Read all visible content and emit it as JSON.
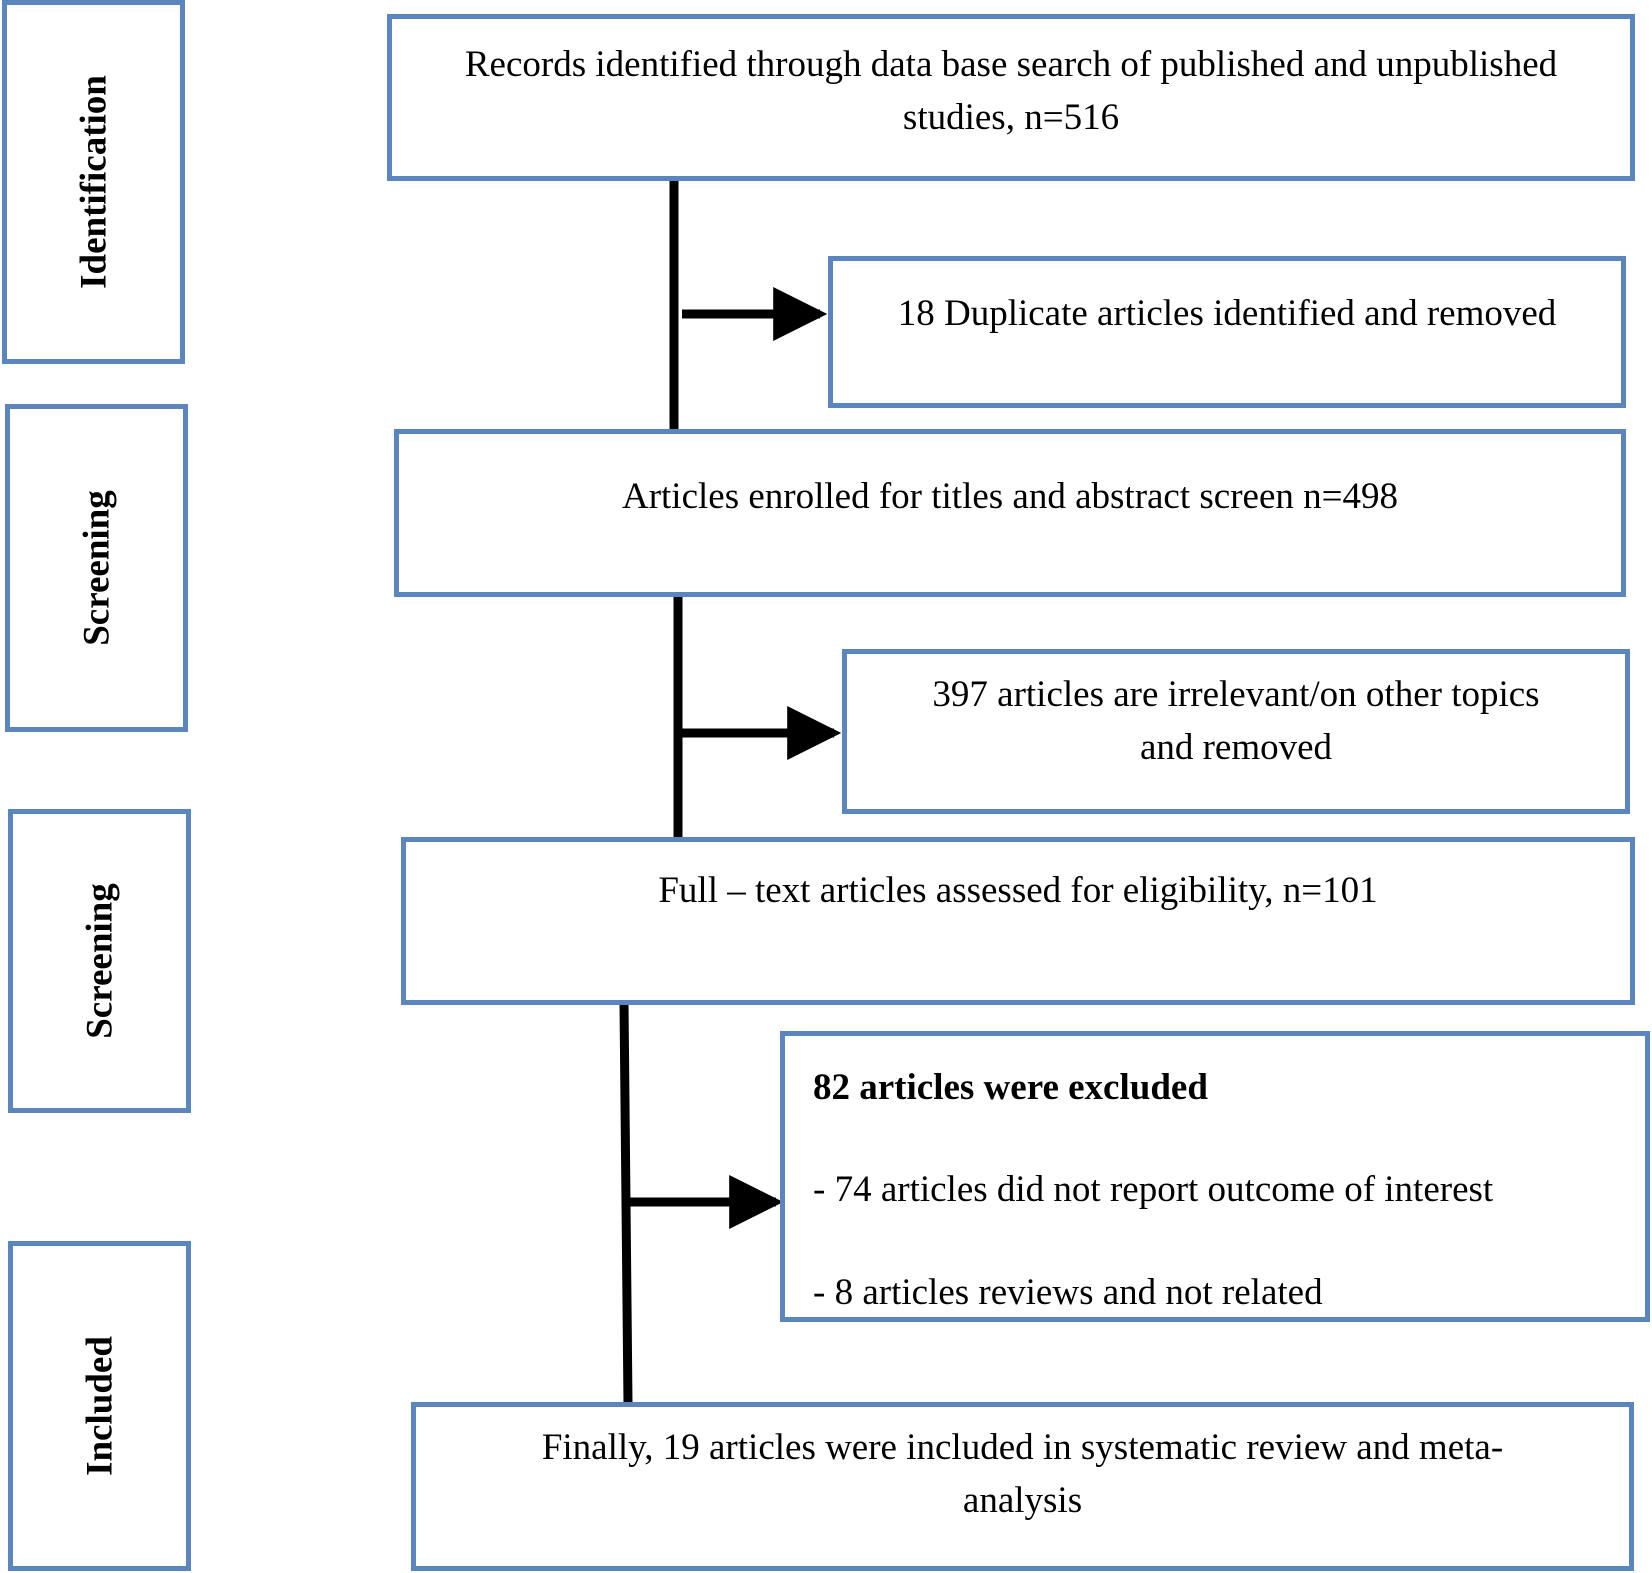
{
  "stages": [
    {
      "id": "identification",
      "label": "Identification"
    },
    {
      "id": "screening-1",
      "label": "Screening"
    },
    {
      "id": "screening-2",
      "label": "Screening"
    },
    {
      "id": "included",
      "label": "Included"
    }
  ],
  "boxes": {
    "records": {
      "line1": "Records identified through data base search of published and unpublished",
      "line2": "studies, n=516"
    },
    "duplicates": {
      "text": "18 Duplicate articles identified and removed"
    },
    "enrolled": {
      "text": "Articles enrolled for titles and abstract screen n=498"
    },
    "irrelevant": {
      "line1": "397 articles are irrelevant/on other topics",
      "line2": "and removed"
    },
    "fulltext": {
      "text": "Full – text articles assessed for eligibility, n=101"
    },
    "excluded": {
      "heading": "82 articles were excluded",
      "items": [
        "- 74 articles did not report outcome of interest",
        "-  8 articles reviews and not related"
      ]
    },
    "final": {
      "line1": "Finally, 19 articles were included in systematic review and meta-",
      "line2": "analysis"
    }
  },
  "colors": {
    "box_border": "#5b86bd",
    "connector": "#000000"
  }
}
